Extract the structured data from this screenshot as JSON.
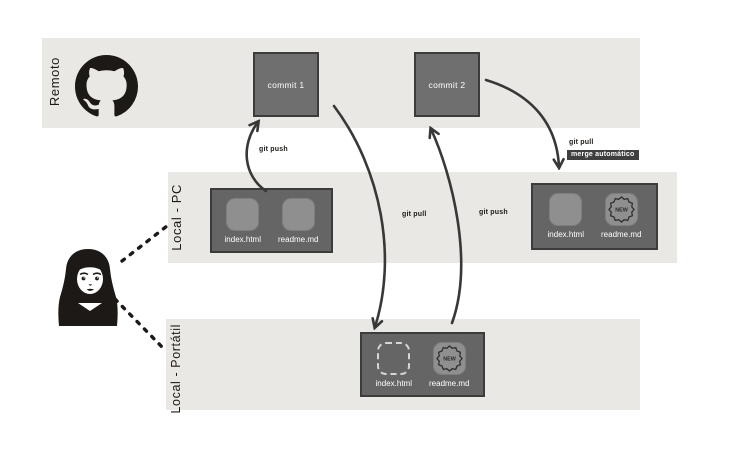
{
  "colors": {
    "band": "#e9e8e5",
    "box": "#6f6f6f",
    "box2": "#656565",
    "box-border": "#3c3c3c",
    "file": "#8f8f8f",
    "arrow": "#383838",
    "ink": "#1d1916",
    "merge-bg": "#3f3f3f",
    "text-on-dark": "#ffffff",
    "ghost-dash": "#d6d6d6"
  },
  "lanes": {
    "remote": {
      "label": "Remoto"
    },
    "pc": {
      "label": "Local - PC"
    },
    "laptop": {
      "label": "Local - Portátil"
    }
  },
  "remote": {
    "commit1": "commit 1",
    "commit2": "commit 2"
  },
  "labels": {
    "git_push_pc": "git push",
    "git_pull_laptop": "git pull",
    "git_push_laptop": "git push",
    "git_pull_pc": "git pull",
    "merge_auto": "merge automático"
  },
  "badge_new": "NEW",
  "repos": {
    "pc_before": {
      "files": [
        {
          "name": "index.html",
          "state": "normal"
        },
        {
          "name": "readme.md",
          "state": "normal"
        }
      ]
    },
    "pc_after": {
      "files": [
        {
          "name": "index.html",
          "state": "normal"
        },
        {
          "name": "readme.md",
          "state": "new"
        }
      ]
    },
    "laptop": {
      "files": [
        {
          "name": "index.html",
          "state": "ghost"
        },
        {
          "name": "readme.md",
          "state": "new"
        }
      ]
    }
  },
  "icons": {
    "github": "github-octocat-logo",
    "user": "woman-avatar",
    "new_seal": "new-badge-seal-icon"
  }
}
